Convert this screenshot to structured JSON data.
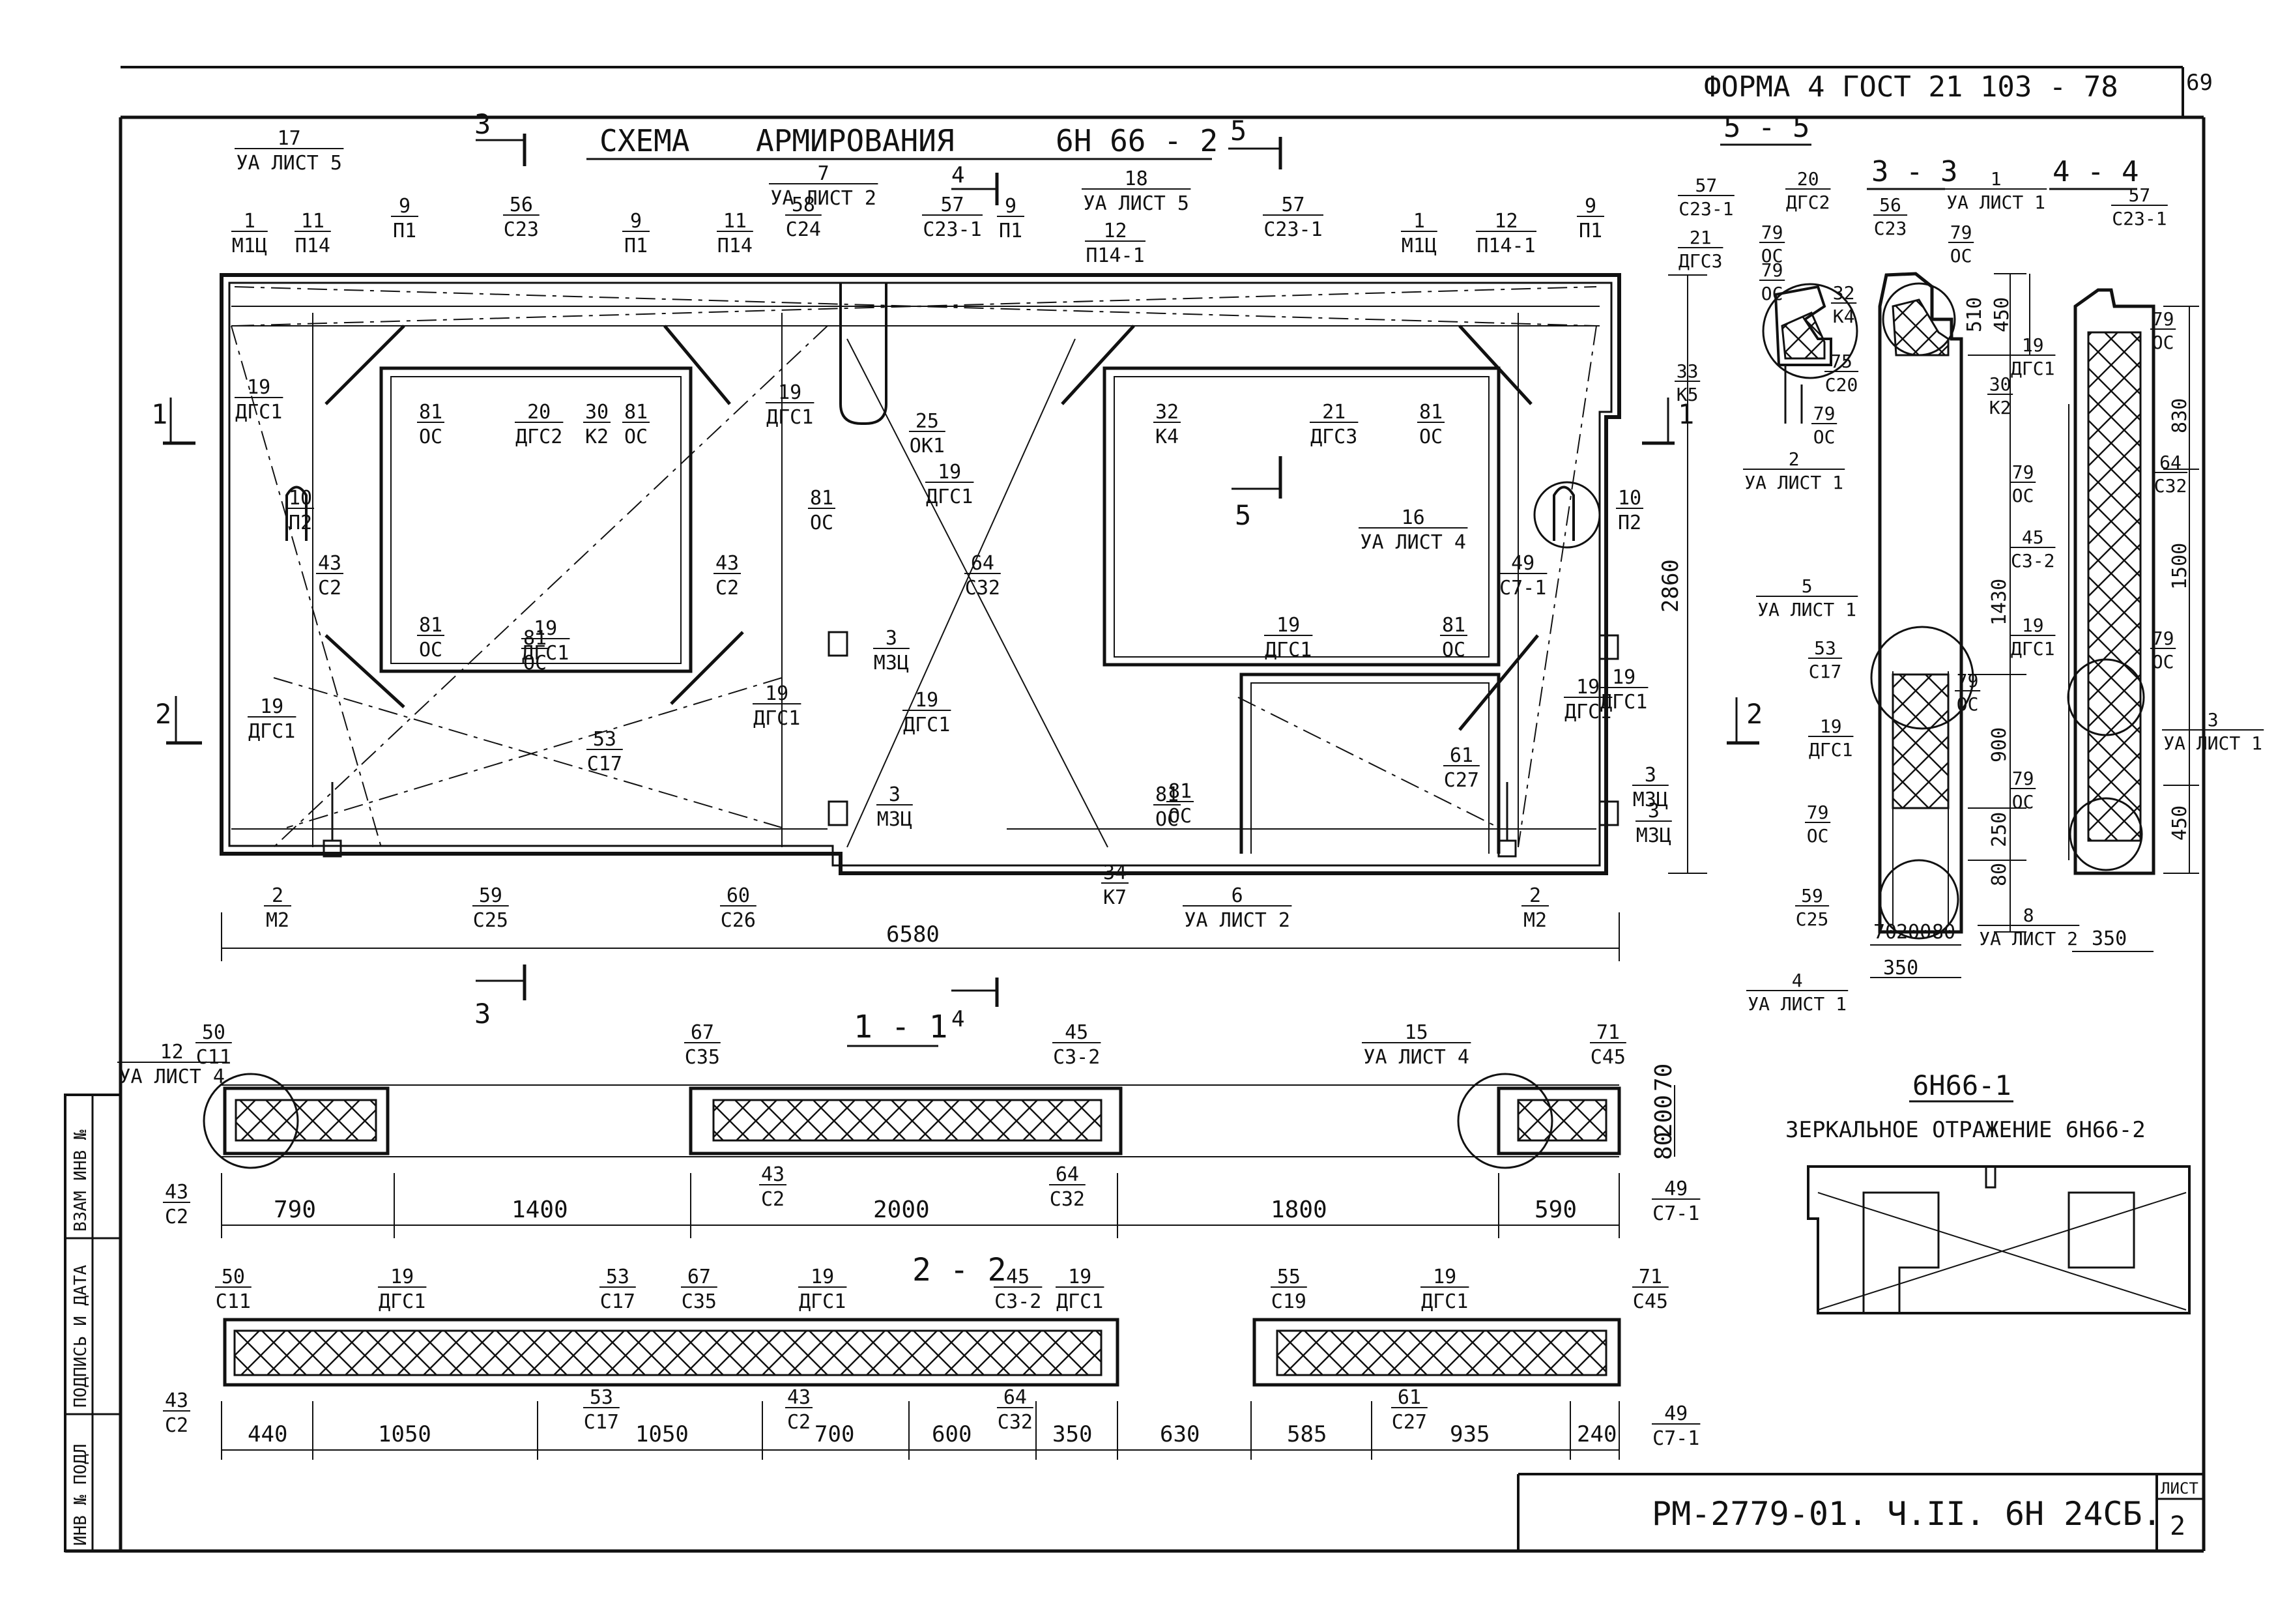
{
  "header": {
    "form_label": "ФОРМА 4  ГОСТ 21 103 - 78",
    "page_number": "69"
  },
  "main_title": {
    "scheme": "СХЕМА",
    "reinforcement": "АРМИРОВАНИЯ",
    "panel": "6Н 66 - 2"
  },
  "section_titles": {
    "s55": "5 - 5",
    "s33": "3 - 3",
    "s44": "4 - 4",
    "s11": "1 - 1",
    "s22": "2 - 2"
  },
  "cut_marks": [
    "3",
    "4",
    "5",
    "1",
    "2",
    "5",
    "3",
    "4",
    "1",
    "2"
  ],
  "plan_labels": [
    {
      "n": "17",
      "t": "УА ЛИСТ 5"
    },
    {
      "n": "1",
      "t": "М1Ц"
    },
    {
      "n": "11",
      "t": "П14"
    },
    {
      "n": "9",
      "t": "П1"
    },
    {
      "n": "56",
      "t": "С23"
    },
    {
      "n": "9",
      "t": "П1"
    },
    {
      "n": "11",
      "t": "П14"
    },
    {
      "n": "58",
      "t": "С24"
    },
    {
      "n": "7",
      "t": "УА ЛИСТ 2"
    },
    {
      "n": "57",
      "t": "С23-1"
    },
    {
      "n": "9",
      "t": "П1"
    },
    {
      "n": "18",
      "t": "УА ЛИСТ 5"
    },
    {
      "n": "12",
      "t": "П14-1"
    },
    {
      "n": "57",
      "t": "С23-1"
    },
    {
      "n": "1",
      "t": "М1Ц"
    },
    {
      "n": "12",
      "t": "П14-1"
    },
    {
      "n": "9",
      "t": "П1"
    },
    {
      "n": "19",
      "t": "ДГС1"
    },
    {
      "n": "81",
      "t": "ОС"
    },
    {
      "n": "20",
      "t": "ДГС2"
    },
    {
      "n": "30",
      "t": "К2"
    },
    {
      "n": "81",
      "t": "ОС"
    },
    {
      "n": "19",
      "t": "ДГС1"
    },
    {
      "n": "25",
      "t": "ОК1"
    },
    {
      "n": "81",
      "t": "ОС"
    },
    {
      "n": "32",
      "t": "К4"
    },
    {
      "n": "21",
      "t": "ДГС3"
    },
    {
      "n": "81",
      "t": "ОС"
    },
    {
      "n": "19",
      "t": "ДГС1"
    },
    {
      "n": "81",
      "t": "ОС"
    },
    {
      "n": "19",
      "t": "ДГС1"
    },
    {
      "n": "10",
      "t": "П2"
    },
    {
      "n": "10",
      "t": "П2"
    },
    {
      "n": "16",
      "t": "УА ЛИСТ 4"
    },
    {
      "n": "43",
      "t": "С2"
    },
    {
      "n": "43",
      "t": "С2"
    },
    {
      "n": "64",
      "t": "С32"
    },
    {
      "n": "49",
      "t": "С7-1"
    },
    {
      "n": "81",
      "t": "ОС"
    },
    {
      "n": "19",
      "t": "ДГС1"
    },
    {
      "n": "81",
      "t": "ОС"
    },
    {
      "n": "3",
      "t": "М3Ц"
    },
    {
      "n": "19",
      "t": "ДГС1"
    },
    {
      "n": "81",
      "t": "ОС"
    },
    {
      "n": "3",
      "t": "М3Ц"
    },
    {
      "n": "19",
      "t": "ДГС1"
    },
    {
      "n": "19",
      "t": "ДГС1"
    },
    {
      "n": "19",
      "t": "ДГС1"
    },
    {
      "n": "19",
      "t": "ДГС1"
    },
    {
      "n": "53",
      "t": "С17"
    },
    {
      "n": "81",
      "t": "ОС"
    },
    {
      "n": "61",
      "t": "С27"
    },
    {
      "n": "3",
      "t": "М3Ц"
    },
    {
      "n": "3",
      "t": "М3Ц"
    },
    {
      "n": "2",
      "t": "М2"
    },
    {
      "n": "59",
      "t": "С25"
    },
    {
      "n": "60",
      "t": "С26"
    },
    {
      "n": "34",
      "t": "К7"
    },
    {
      "n": "6",
      "t": "УА ЛИСТ 2"
    },
    {
      "n": "2",
      "t": "М2"
    }
  ],
  "plan_dims": {
    "width": "6580",
    "height": "2860"
  },
  "section55_labels": [
    {
      "n": "57",
      "t": "С23-1"
    },
    {
      "n": "21",
      "t": "ДГС3"
    },
    {
      "n": "79",
      "t": "ОС"
    },
    {
      "n": "33",
      "t": "К5"
    },
    {
      "n": "2",
      "t": "УА ЛИСТ 1"
    },
    {
      "n": "20",
      "t": "ДГС2"
    },
    {
      "n": "79",
      "t": "ОС"
    },
    {
      "n": "32",
      "t": "К4"
    },
    {
      "n": "75",
      "t": "С20"
    },
    {
      "n": "79",
      "t": "ОС"
    }
  ],
  "section33_labels": [
    {
      "n": "56",
      "t": "С23"
    },
    {
      "n": "1",
      "t": "УА ЛИСТ 1"
    },
    {
      "n": "79",
      "t": "ОС"
    },
    {
      "n": "30",
      "t": "К2"
    },
    {
      "n": "5",
      "t": "УА ЛИСТ 1"
    },
    {
      "n": "53",
      "t": "С17"
    },
    {
      "n": "79",
      "t": "ОС"
    },
    {
      "n": "19",
      "t": "ДГС1"
    },
    {
      "n": "79",
      "t": "ОС"
    },
    {
      "n": "59",
      "t": "С25"
    },
    {
      "n": "4",
      "t": "УА ЛИСТ 1"
    }
  ],
  "section33_dims": [
    "510",
    "450",
    "1430",
    "900",
    "250",
    "80",
    "70",
    "200",
    "80",
    "350"
  ],
  "section44_labels": [
    {
      "n": "57",
      "t": "С23-1"
    },
    {
      "n": "19",
      "t": "ДГС1"
    },
    {
      "n": "79",
      "t": "ОС"
    },
    {
      "n": "79",
      "t": "ОС"
    },
    {
      "n": "64",
      "t": "С32"
    },
    {
      "n": "45",
      "t": "С3-2"
    },
    {
      "n": "19",
      "t": "ДГС1"
    },
    {
      "n": "79",
      "t": "ОС"
    },
    {
      "n": "3",
      "t": "УА ЛИСТ 1"
    },
    {
      "n": "79",
      "t": "ОС"
    },
    {
      "n": "8",
      "t": "УА ЛИСТ 2"
    }
  ],
  "section44_dims": [
    "830",
    "1500",
    "450",
    "350"
  ],
  "section11_labels": [
    {
      "n": "50",
      "t": "С11"
    },
    {
      "n": "12",
      "t": "УА ЛИСТ 4"
    },
    {
      "n": "67",
      "t": "С35"
    },
    {
      "n": "45",
      "t": "С3-2"
    },
    {
      "n": "15",
      "t": "УА ЛИСТ 4"
    },
    {
      "n": "71",
      "t": "С45"
    },
    {
      "n": "43",
      "t": "С2"
    },
    {
      "n": "43",
      "t": "С2"
    },
    {
      "n": "64",
      "t": "С32"
    },
    {
      "n": "49",
      "t": "С7-1"
    }
  ],
  "section11_dims": [
    "790",
    "1400",
    "2000",
    "1800",
    "590",
    "70",
    "200",
    "80"
  ],
  "section22_labels": [
    {
      "n": "50",
      "t": "С11"
    },
    {
      "n": "19",
      "t": "ДГС1"
    },
    {
      "n": "53",
      "t": "С17"
    },
    {
      "n": "67",
      "t": "С35"
    },
    {
      "n": "19",
      "t": "ДГС1"
    },
    {
      "n": "45",
      "t": "С3-2"
    },
    {
      "n": "19",
      "t": "ДГС1"
    },
    {
      "n": "55",
      "t": "С19"
    },
    {
      "n": "19",
      "t": "ДГС1"
    },
    {
      "n": "71",
      "t": "С45"
    },
    {
      "n": "43",
      "t": "С2"
    },
    {
      "n": "53",
      "t": "С17"
    },
    {
      "n": "43",
      "t": "С2"
    },
    {
      "n": "64",
      "t": "С32"
    },
    {
      "n": "61",
      "t": "С27"
    },
    {
      "n": "49",
      "t": "С7-1"
    }
  ],
  "section22_dims": [
    "440",
    "1050",
    "1050",
    "700",
    "600",
    "350",
    "630",
    "585",
    "935",
    "240"
  ],
  "mirror": {
    "title": "6Н66-1",
    "caption": "ЗЕРКАЛЬНОЕ ОТРАЖЕНИЕ 6Н66-2"
  },
  "side_stamp": [
    "ИНВ № ПОДЛ",
    "ПОДПИСЬ И ДАТА",
    "ВЗАМ ИНВ №"
  ],
  "title_block": {
    "code": "РМ-2779-01. Ч.II. 6Н 24СБ.",
    "sheet_label": "ЛИСТ",
    "sheet_number": "2"
  }
}
